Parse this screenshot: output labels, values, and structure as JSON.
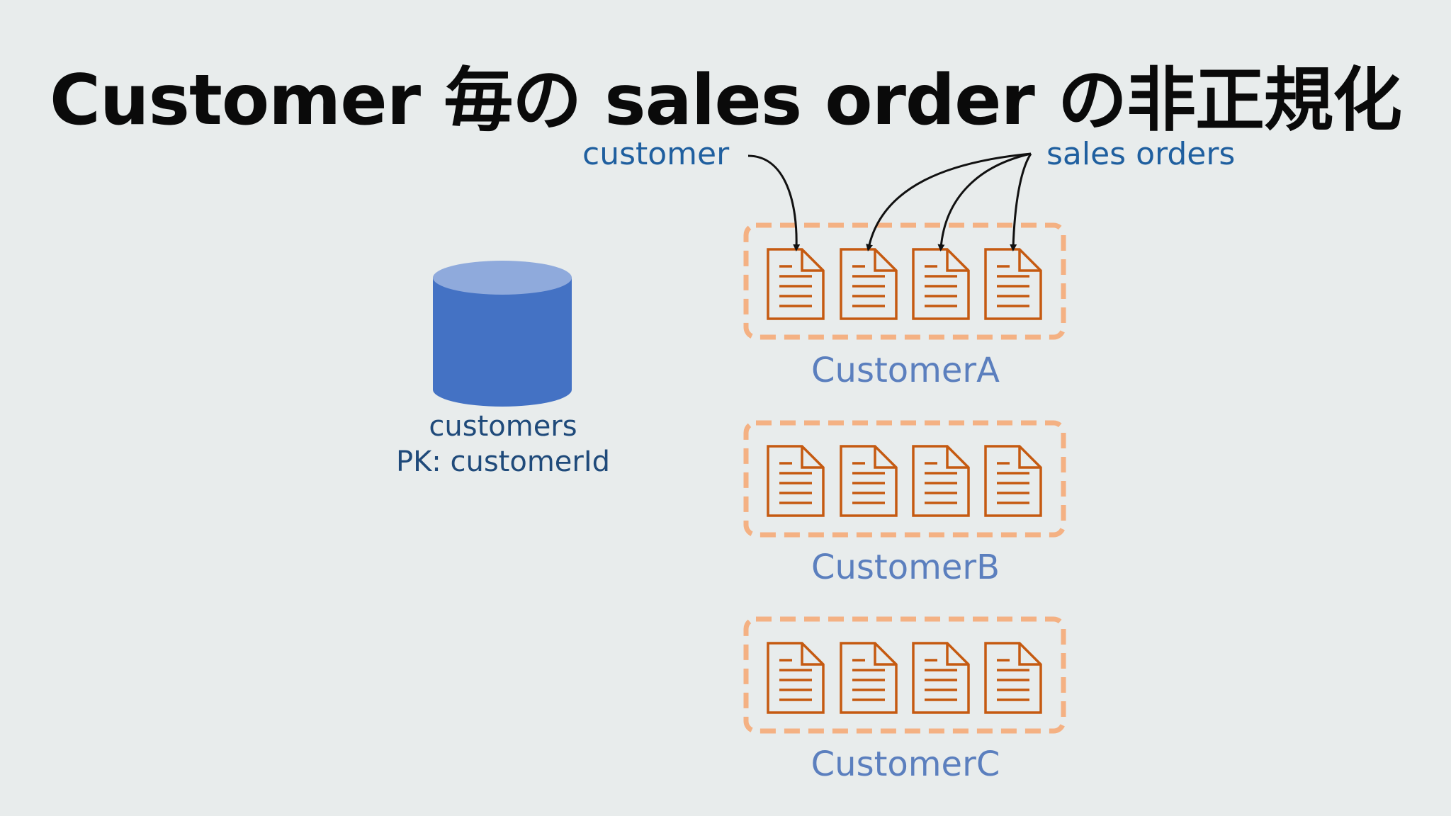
{
  "title": "Customer 毎の sales order の非正規化",
  "callouts": {
    "customer": "customer",
    "sales_orders": "sales orders"
  },
  "database": {
    "name": "customers",
    "pk": "PK: customerId"
  },
  "groups": [
    {
      "label": "CustomerA",
      "documents": 4
    },
    {
      "label": "CustomerB",
      "documents": 4
    },
    {
      "label": "CustomerC",
      "documents": 4
    }
  ],
  "colors": {
    "cylinder_body": "#4472c4",
    "cylinder_top": "#8faadc",
    "document_stroke": "#c55a11",
    "group_border": "#f4b183",
    "callout_text": "#1f5f9f",
    "group_label": "#5b7fbe"
  }
}
